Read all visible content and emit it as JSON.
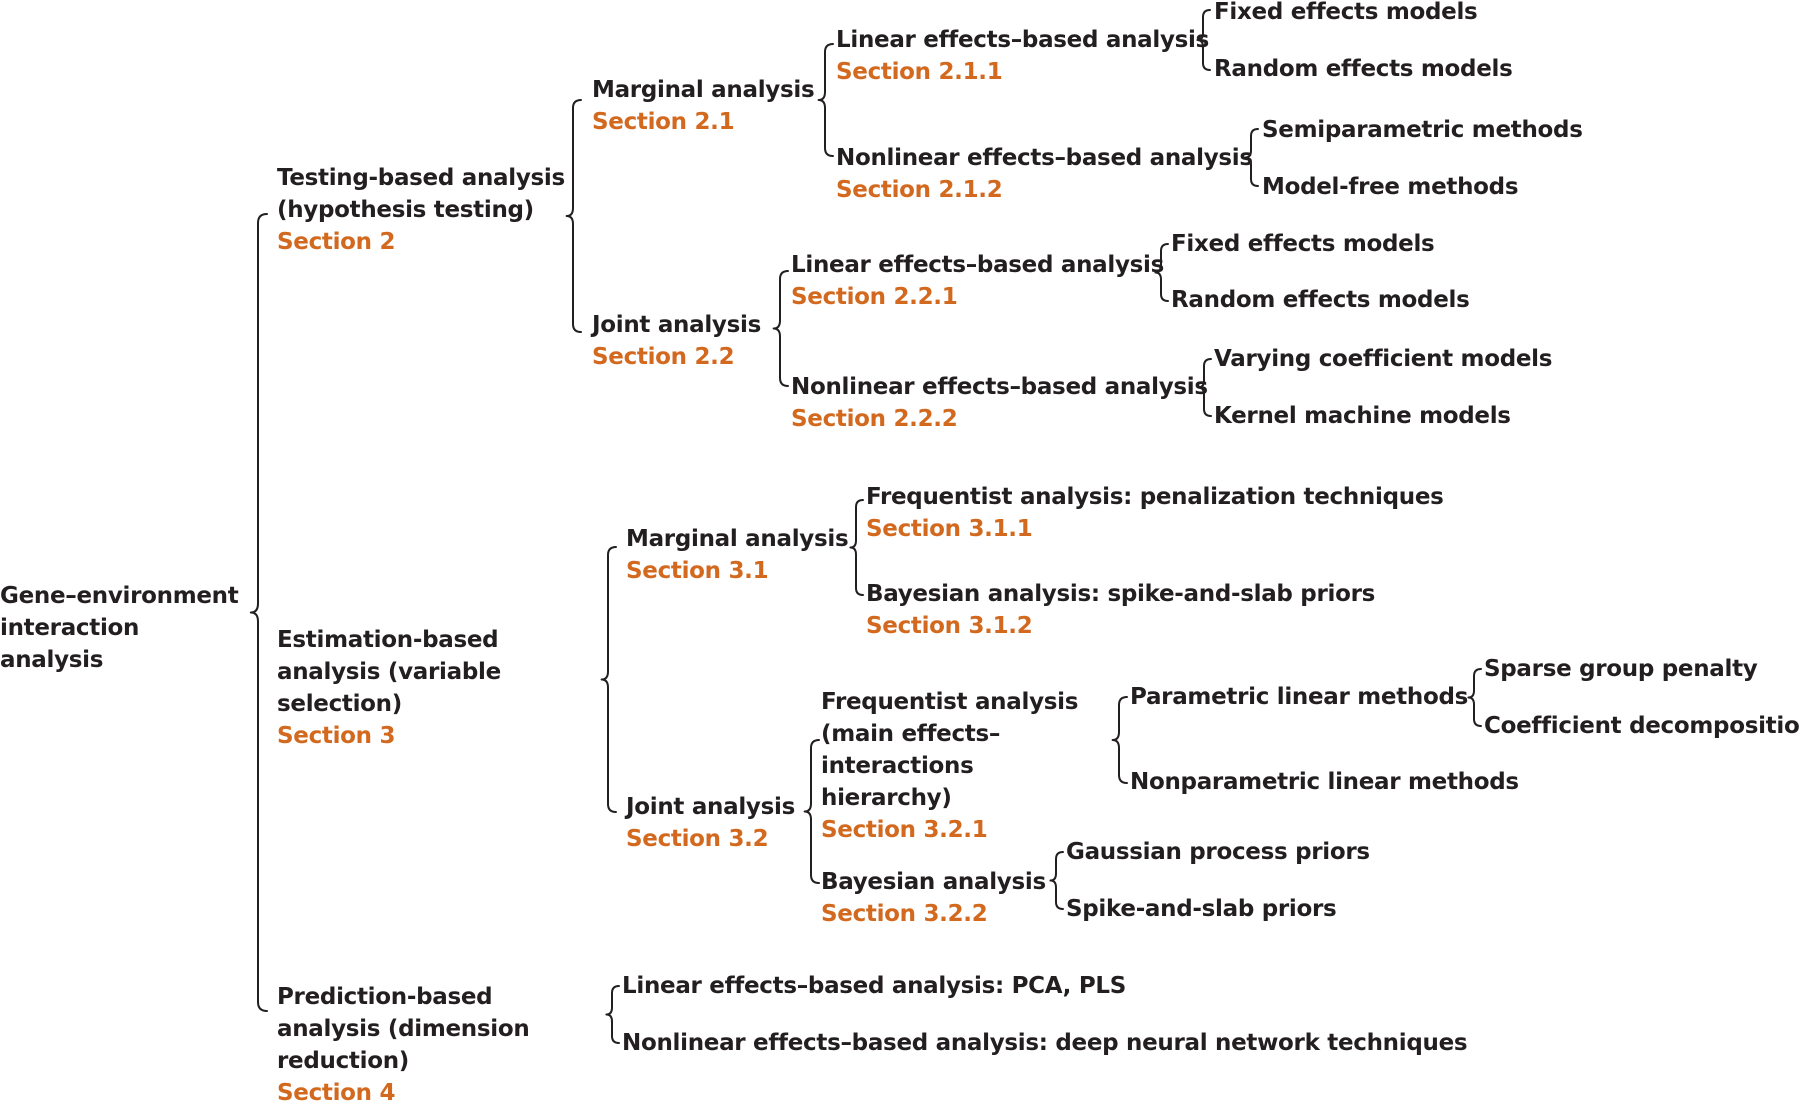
{
  "root": {
    "label": "Gene–environment interaction analysis"
  },
  "testing": {
    "label": "Testing-based analysis (hypothesis testing)",
    "section": "Section 2",
    "marginal": {
      "label": "Marginal analysis",
      "section": "Section 2.1",
      "linear": {
        "label": "Linear effects–based analysis",
        "section": "Section 2.1.1",
        "items": [
          "Fixed effects models",
          "Random effects models"
        ]
      },
      "nonlinear": {
        "label": "Nonlinear effects–based analysis",
        "section": "Section 2.1.2",
        "items": [
          "Semiparametric methods",
          "Model-free methods"
        ]
      }
    },
    "joint": {
      "label": "Joint analysis",
      "section": "Section 2.2",
      "linear": {
        "label": "Linear effects–based analysis",
        "section": "Section 2.2.1",
        "items": [
          "Fixed effects models",
          "Random effects models"
        ]
      },
      "nonlinear": {
        "label": "Nonlinear effects–based analysis",
        "section": "Section 2.2.2",
        "items": [
          "Varying coefficient models",
          "Kernel machine models"
        ]
      }
    }
  },
  "estimation": {
    "label": "Estimation-based analysis (variable selection)",
    "section": "Section 3",
    "marginal": {
      "label": "Marginal analysis",
      "section": "Section 3.1",
      "frequentist": {
        "label": "Frequentist analysis: penalization techniques",
        "section": "Section 3.1.1"
      },
      "bayesian": {
        "label": "Bayesian analysis: spike-and-slab priors",
        "section": "Section 3.1.2"
      }
    },
    "joint": {
      "label": "Joint analysis",
      "section": "Section 3.2",
      "frequentist": {
        "label": "Frequentist analysis (main effects– interactions hierarchy)",
        "section": "Section 3.2.1",
        "parametric": {
          "label": "Parametric linear methods",
          "items": [
            "Sparse group penalty",
            "Coefficient decomposition"
          ]
        },
        "nonparametric": {
          "label": "Nonparametric linear methods"
        }
      },
      "bayesian": {
        "label": "Bayesian analysis",
        "section": "Section 3.2.2",
        "items": [
          "Gaussian process priors",
          "Spike-and-slab priors"
        ]
      }
    }
  },
  "prediction": {
    "label": "Prediction-based analysis (dimension reduction)",
    "section": "Section 4",
    "items": [
      "Linear effects–based analysis: PCA, PLS",
      "Nonlinear effects–based analysis: deep neural network techniques"
    ]
  }
}
